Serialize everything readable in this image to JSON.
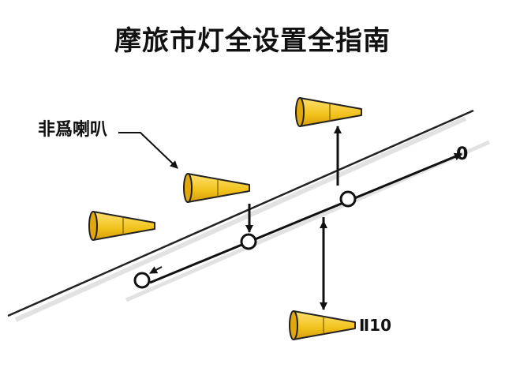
{
  "title": "摩旅市灯全设置全指南",
  "labels": {
    "left_callout": "非爲喇叭",
    "axis_end": "0",
    "bottom_value": "Ⅱ10"
  },
  "colors": {
    "cone_fill": "#f1c21b",
    "cone_stroke": "#222222",
    "line": "#111111"
  },
  "icons": [
    "horn-cone-icon",
    "node-circle-icon",
    "arrow-icon"
  ]
}
